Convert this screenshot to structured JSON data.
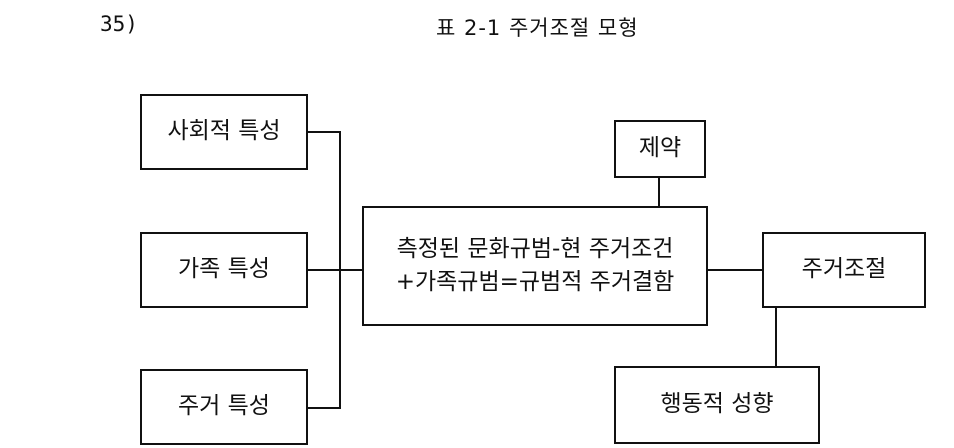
{
  "header": {
    "reference": "35)",
    "caption": "표 2-1   주거조절 모형"
  },
  "diagram": {
    "social": "사회적 특성",
    "family": "가족 특성",
    "housing": "주거 특성",
    "constraint": "제약",
    "center_line1": "측정된 문화규범-현 주거조건",
    "center_line2": "+가족규범=규범적 주거결함",
    "adjustment": "주거조절",
    "behavior": "행동적 성향"
  }
}
